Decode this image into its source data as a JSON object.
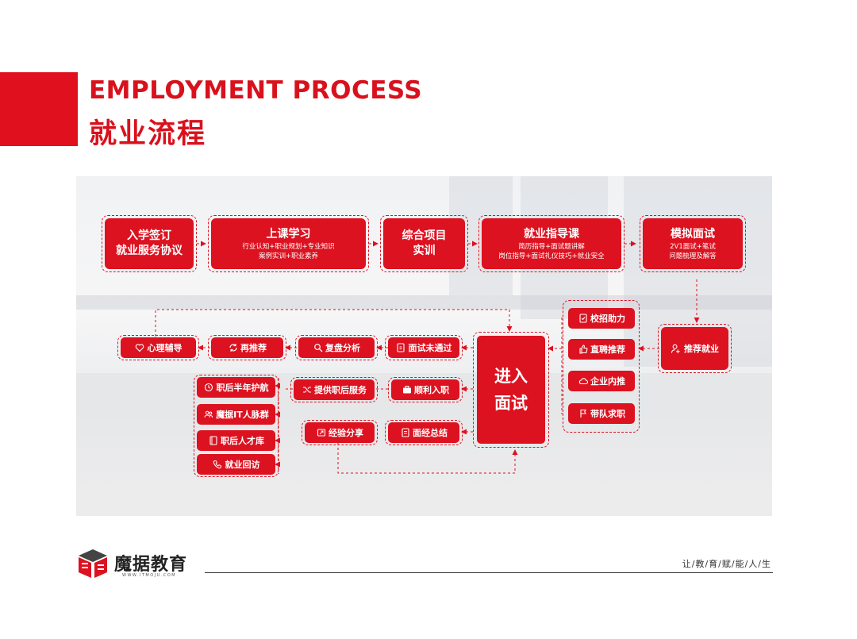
{
  "header": {
    "title_en": "EMPLOYMENT PROCESS",
    "title_cn": "就业流程"
  },
  "top_flow": [
    {
      "title": "入学签订\n就业服务协议",
      "sub": ""
    },
    {
      "title": "上课学习",
      "sub": "行业认知+职业规划+专业知识\n案例实训+职业素养"
    },
    {
      "title": "综合项目\n实训",
      "sub": ""
    },
    {
      "title": "就业指导课",
      "sub": "简历指导+面试题讲解\n岗位指导+面试礼仪技巧+就业安全"
    },
    {
      "title": "模拟面试",
      "sub": "2V1面试+笔试\n问题梳理及解答"
    }
  ],
  "recommend": "推荐就业",
  "channels": [
    "校招助力",
    "直聘推荐",
    "企业内推",
    "带队求职"
  ],
  "enter_interview": [
    "进入",
    "面试"
  ],
  "fail_row": [
    "面试未通过",
    "复盘分析",
    "再推荐",
    "心理辅导"
  ],
  "success_row": [
    "顺利入职",
    "提供职后服务"
  ],
  "post_services": [
    "职后半年护航",
    "魔据IT人脉群",
    "职后人才库",
    "就业回访"
  ],
  "summary_row": [
    "面经总结",
    "经验分享"
  ],
  "footer": {
    "brand": "魔据教育",
    "brand_sub": "WWW.ITMOJU.COM",
    "slogan": "让/教/育/赋/能/人/生"
  },
  "colors": {
    "accent": "#dc1220",
    "title": "#d9111d"
  }
}
